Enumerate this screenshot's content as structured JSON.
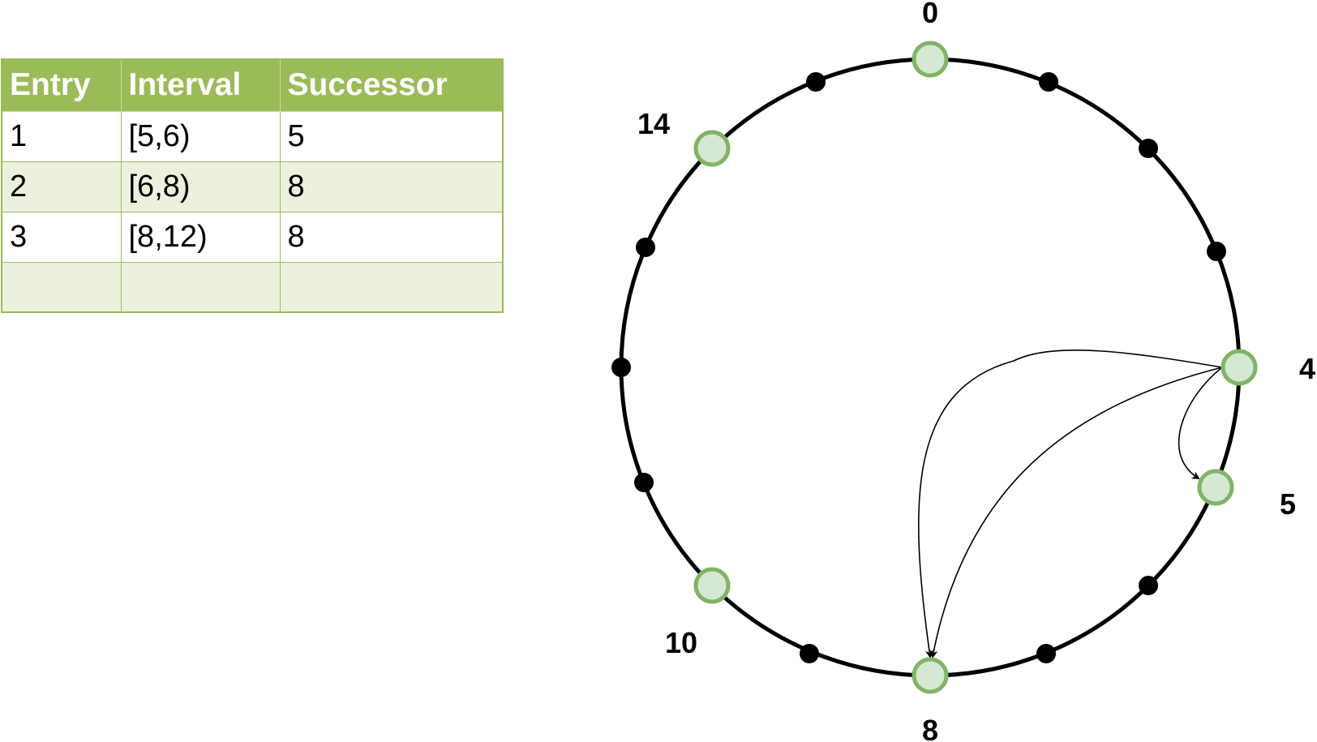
{
  "finger_table": {
    "headers": [
      "Entry",
      "Interval",
      "Successor"
    ],
    "rows": [
      [
        "1",
        "[5,6)",
        "5"
      ],
      [
        "2",
        "[6,8)",
        "8"
      ],
      [
        "3",
        "[8,12)",
        "8"
      ],
      [
        "",
        "",
        ""
      ]
    ]
  },
  "ring": {
    "identifier_positions": 16,
    "active_nodes": [
      0,
      4,
      5,
      8,
      10,
      14
    ],
    "node_labels": {
      "n0": "0",
      "n4": "4",
      "n5": "5",
      "n8": "8",
      "n10": "10",
      "n14": "14"
    },
    "finger_arrows": [
      {
        "from": 4,
        "to": 5
      },
      {
        "from": 4,
        "to": 8
      },
      {
        "from": 4,
        "to": 8
      }
    ]
  },
  "colors": {
    "header_green": "#9bbb59",
    "band_green": "#ebf1dd",
    "node_fill": "#d5e8d4",
    "node_stroke": "#82b366"
  }
}
